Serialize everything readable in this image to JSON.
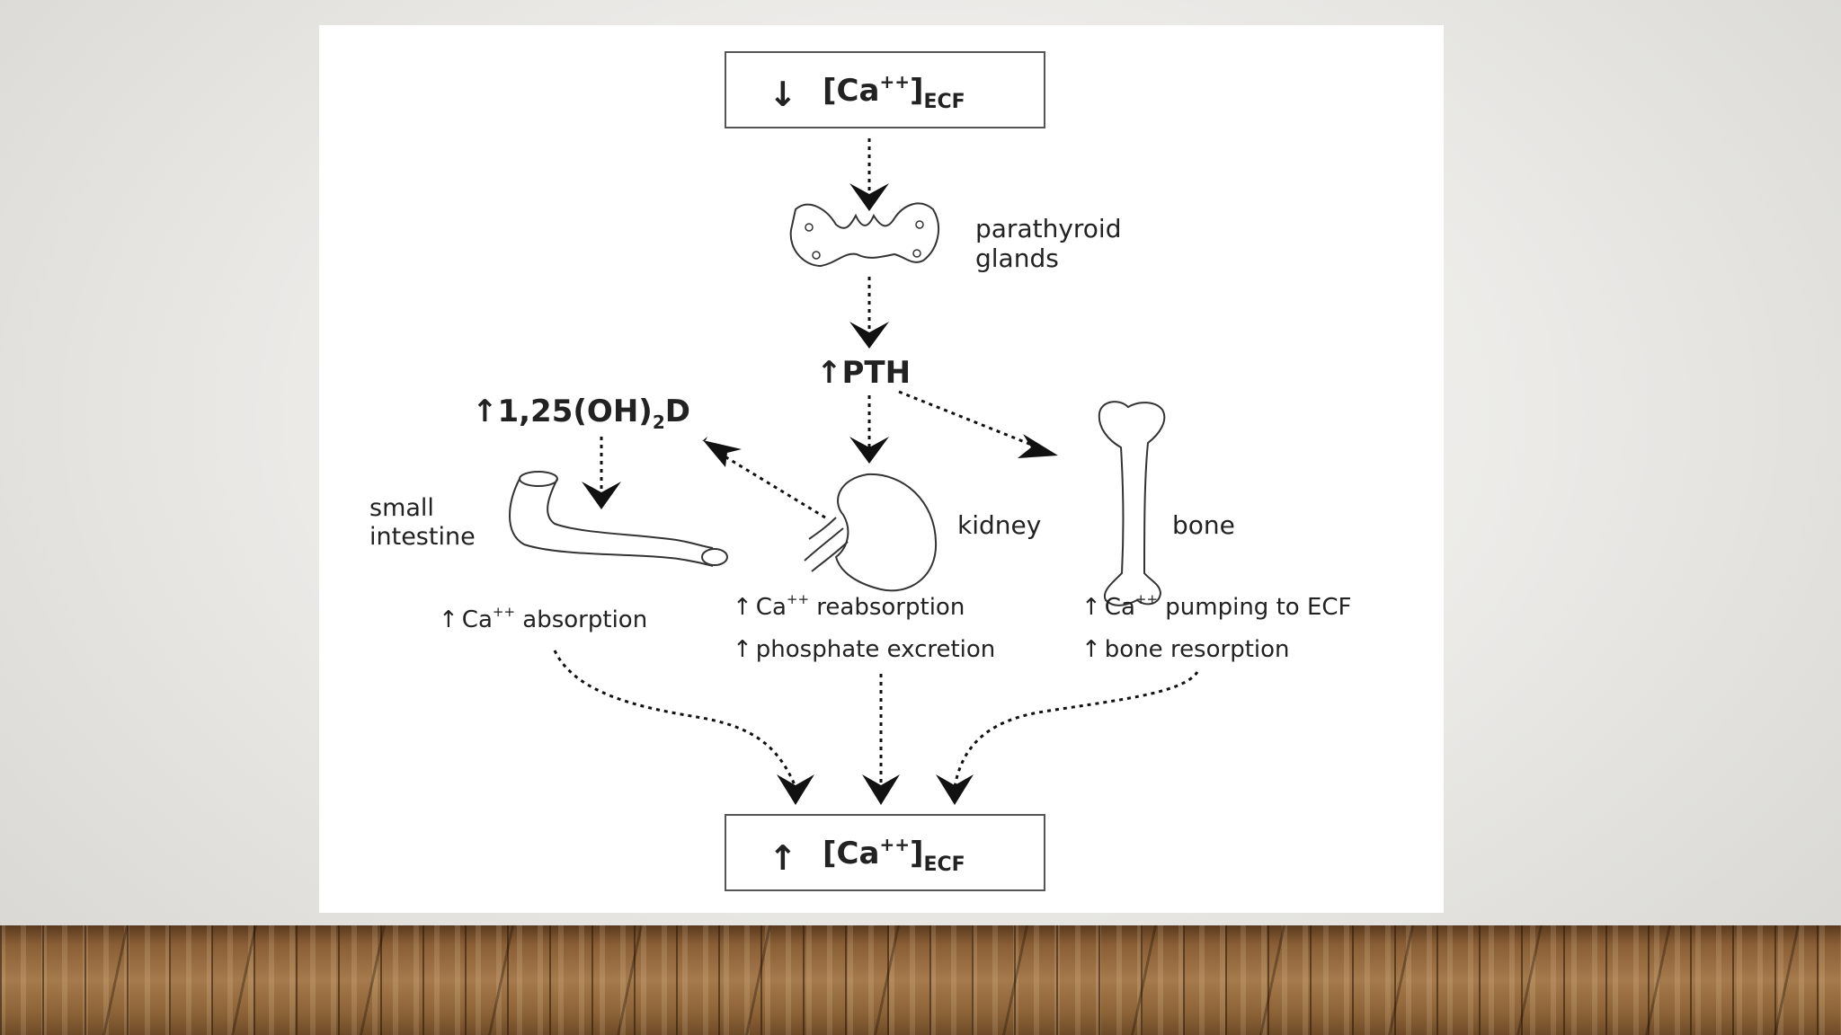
{
  "diagram": {
    "top_box": {
      "arrow": "↓",
      "text": "[Ca",
      "sup": "++",
      "close": "]",
      "sub": "ECF"
    },
    "bottom_box": {
      "arrow": "↑",
      "text": "[Ca",
      "sup": "++",
      "close": "]",
      "sub": "ECF"
    },
    "parathyroid": {
      "line1": "parathyroid",
      "line2": "glands"
    },
    "pth": "↑PTH",
    "vitd": {
      "prefix": "↑1,25(OH)",
      "sub": "2",
      "suffix": "D"
    },
    "intestine": {
      "line1": "small",
      "line2": "intestine"
    },
    "kidney": "kidney",
    "bone": "bone",
    "effects": {
      "intestine": {
        "arrow": "↑",
        "ion": "Ca",
        "sup": "++",
        "text": " absorption"
      },
      "kidney_1": {
        "arrow": "↑",
        "ion": "Ca",
        "sup": "++",
        "text": " reabsorption"
      },
      "kidney_2": {
        "arrow": "↑",
        "text": "phosphate excretion"
      },
      "bone_1": {
        "arrow": "↑",
        "ion": "Ca",
        "sup": "++",
        "text": " pumping to ECF"
      },
      "bone_2": {
        "arrow": "↑",
        "text": "bone resorption"
      }
    }
  }
}
